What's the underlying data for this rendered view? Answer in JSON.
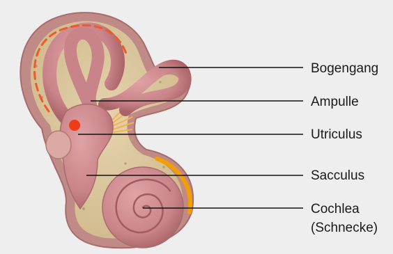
{
  "labels": {
    "bogengang": "Bogengang",
    "ampulle": "Ampulle",
    "utriculus": "Utriculus",
    "sacculus": "Sacculus",
    "cochlea_line1": "Cochlea",
    "cochlea_line2": "(Schnecke)"
  },
  "colors": {
    "background": "#eeeeee",
    "bone": "#d8c39a",
    "membrane": "#c98489",
    "membrane_dark": "#a85e66",
    "dashed_path": "#ee5a2a",
    "marker": "#ee3b18",
    "nerve": "#f2a000",
    "leader_line": "#111111"
  }
}
